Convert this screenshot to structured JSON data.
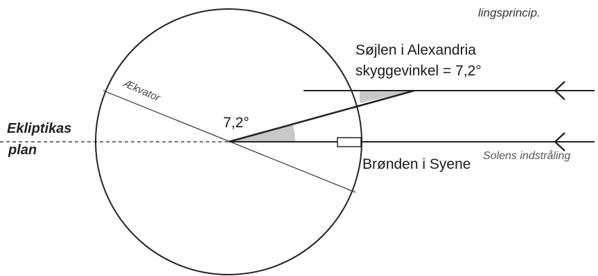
{
  "labels": {
    "caption_fragment": "lingsprincip.",
    "column": "Søjlen i Alexandria",
    "shadow_angle": "skyggevinkel = 7,2°",
    "sun_rays": "Solens indstråling",
    "center_angle": "7,2°",
    "ecliptic": "Ekliptikas",
    "ecliptic_plan": "plan",
    "well": "Brønden i Syene",
    "equator": "Ækvator"
  },
  "colors": {
    "line": "#222222",
    "angle_fill": "#c8c8c8",
    "background": "#ffffff"
  }
}
